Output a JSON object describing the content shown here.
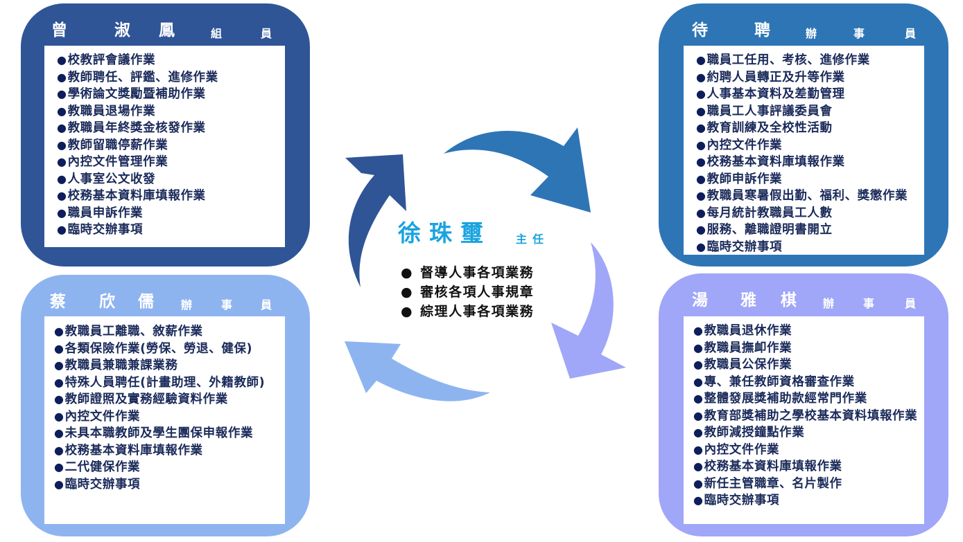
{
  "colors": {
    "box_dark": "#2F5597",
    "box_medium": "#2E75B6",
    "box_light": "#8EB4F0",
    "box_lavender": "#A0A6F8",
    "center_name": "#1AA3E0",
    "bullet": "#0E1E5B"
  },
  "bullet_glyph": "●",
  "center": {
    "name": "徐珠璽",
    "role": "主任",
    "duties": [
      "督導人事各項業務",
      "審核各項人事規章",
      "綜理人事各項業務"
    ]
  },
  "boxes": [
    {
      "name_chars": [
        "曾",
        "淑",
        "鳳"
      ],
      "role_chars": [
        "組",
        "員"
      ],
      "duties": [
        "校教評會議作業",
        "教師聘任、評鑑、進修作業",
        "學術論文獎勵暨補助作業",
        "教職員退場作業",
        "教職員年終獎金核發作業",
        "教師留職停薪作業",
        "內控文件管理作業",
        "人事室公文收發",
        "校務基本資料庫填報作業",
        "職員申訴作業",
        "臨時交辦事項"
      ]
    },
    {
      "name_chars": [
        "待",
        "聘"
      ],
      "role_chars": [
        "辦",
        "事",
        "員"
      ],
      "duties": [
        "職員工任用、考核、進修作業",
        "約聘人員轉正及升等作業",
        "人事基本資料及差勤管理",
        "職員工人事評議委員會",
        "教育訓練及全校性活動",
        "內控文件作業",
        "校務基本資料庫填報作業",
        "教師申訴作業",
        "教職員寒暑假出勤、福利、獎懲作業",
        "每月統計教職員工人數",
        "服務、離職證明書開立",
        "臨時交辦事項"
      ]
    },
    {
      "name_chars": [
        "蔡",
        "欣",
        "儒"
      ],
      "role_chars": [
        "辦",
        "事",
        "員"
      ],
      "duties": [
        "教職員工離職、敘薪作業",
        "各類保險作業(勞保、勞退、健保)",
        "教職員兼職兼課業務",
        "特殊人員聘任(計畫助理、外籍教師)",
        "教師證照及實務經驗資料作業",
        "內控文件作業",
        "未具本職教師及學生團保申報作業",
        "校務基本資料庫填報作業",
        "二代健保作業",
        "臨時交辦事項"
      ]
    },
    {
      "name_chars": [
        "湯",
        "雅",
        "棋"
      ],
      "role_chars": [
        "辦",
        "事",
        "員"
      ],
      "duties": [
        "教職員退休作業",
        "教職員撫卹作業",
        "教職員公保作業",
        "專、兼任教師資格審查作業",
        "整體發展獎補助款經常門作業",
        "教育部獎補助之學校基本資料填報作業",
        "教師減授鐘點作業",
        "內控文件作業",
        "校務基本資料庫填報作業",
        "新任主管職章、名片製作",
        "臨時交辦事項"
      ]
    }
  ]
}
